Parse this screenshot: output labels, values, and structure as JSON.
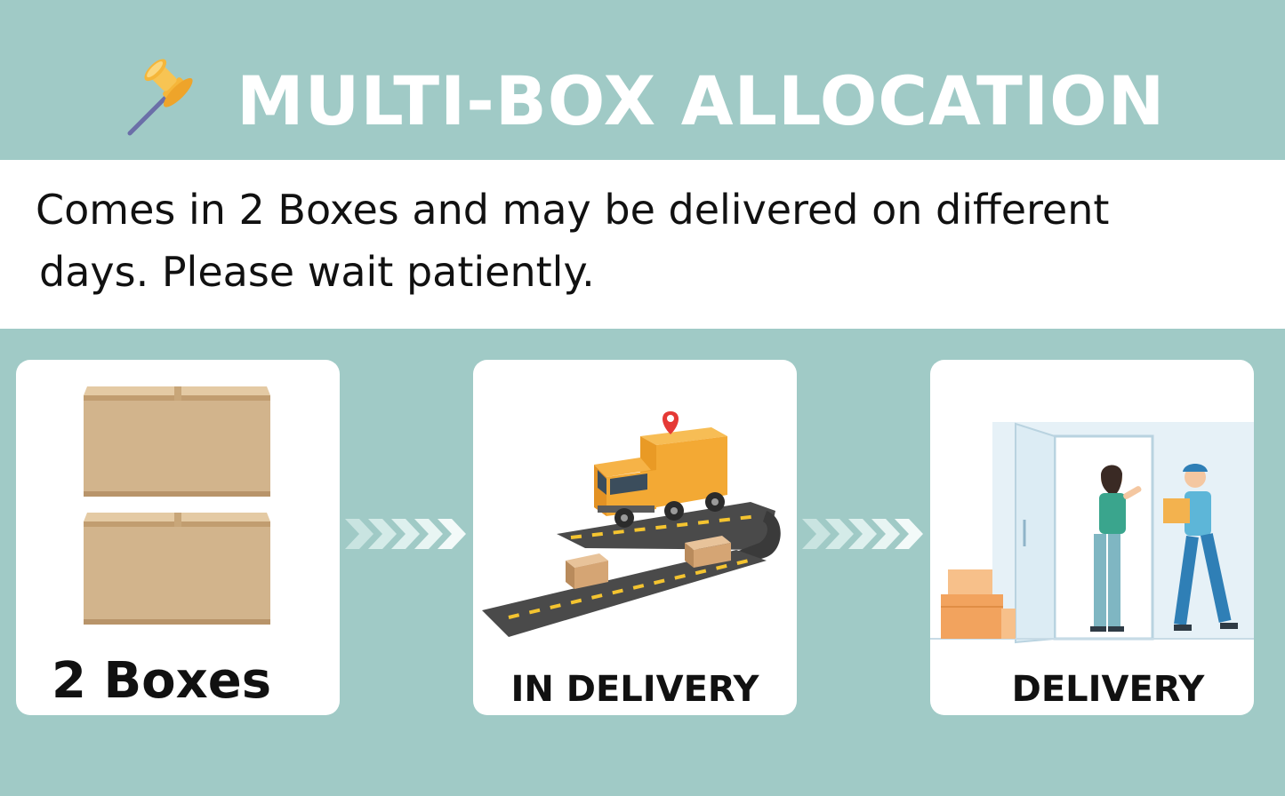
{
  "header": {
    "title": "MULTI-BOX ALLOCATION",
    "icon": "pushpin-icon"
  },
  "description": {
    "line1": "Comes in 2 Boxes and may be delivered on different",
    "line2": "days. Please wait patiently."
  },
  "steps": [
    {
      "label": "2 Boxes",
      "icon": "stacked-boxes-icon"
    },
    {
      "label": "IN DELIVERY",
      "icon": "truck-road-icon"
    },
    {
      "label": "DELIVERY",
      "icon": "doorstep-delivery-icon"
    }
  ],
  "colors": {
    "background": "#a0cac6",
    "panel": "#ffffff",
    "title_text": "#ffffff",
    "body_text": "#111111",
    "box": "#d2b48c",
    "truck": "#f3a934",
    "road": "#4a4a4a"
  }
}
